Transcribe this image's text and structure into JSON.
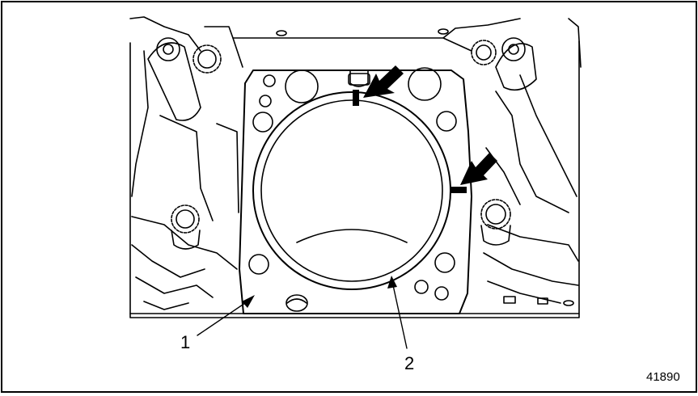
{
  "callouts": {
    "part_1": "1",
    "part_2": "2"
  },
  "figure_number": "41890",
  "colors": {
    "line": "#000000",
    "background": "#ffffff"
  }
}
